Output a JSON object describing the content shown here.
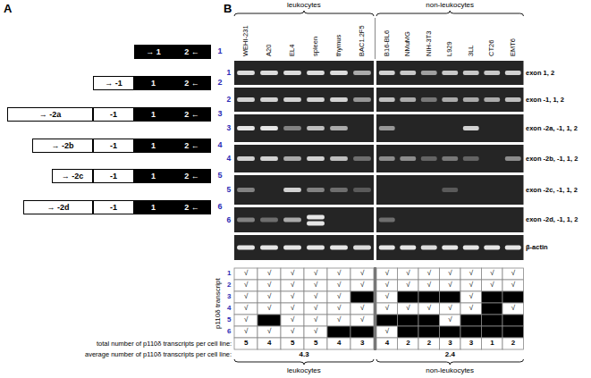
{
  "diagram": {
    "nodes": [
      {
        "text": [
          "→ 1"
        ]
      },
      {
        "text": [
          "2 ←"
        ]
      },
      {
        "text": [
          "→ -1"
        ]
      },
      {
        "text": [
          "1"
        ]
      },
      {
        "text": [
          "2 ←"
        ]
      },
      {
        "text": [
          "→ -2a"
        ]
      },
      {
        "text": [
          "-1"
        ]
      },
      {
        "text": [
          "1"
        ]
      },
      {
        "text": [
          "2 ←"
        ]
      },
      {
        "text": [
          "→ -2b"
        ]
      },
      {
        "text": [
          "-1"
        ]
      },
      {
        "text": [
          "1"
        ]
      },
      {
        "text": [
          "2 ←"
        ]
      },
      {
        "text": [
          "→ -2c"
        ]
      },
      {
        "text": [
          "-1"
        ]
      },
      {
        "text": [
          "1"
        ]
      },
      {
        "text": [
          "2 ←"
        ]
      },
      {
        "text": [
          "→ -2d"
        ]
      },
      {
        "text": [
          "-1"
        ]
      },
      {
        "text": [
          "1"
        ]
      },
      {
        "text": [
          "2 ←"
        ]
      }
    ],
    "labels": [
      "A",
      "B",
      "1",
      "2",
      "3",
      "4",
      "5",
      "6",
      "leukocytes",
      "non-leukocytes",
      "WEHI-231",
      "A20",
      "EL4",
      "spleen",
      "thymus",
      "BAC1.2F5",
      "B16-BL6",
      "NMuMG",
      "NIH-3T3",
      "L929",
      "3LL",
      "CT26",
      "EMT6",
      "1",
      "2",
      "3",
      "4",
      "5",
      "6",
      "exon 1, 2",
      "exon -1, 1, 2",
      "exon -2a, -1, 1, 2",
      "exon -2b, -1, 1, 2",
      "exon -2c, -1, 1, 2",
      "exon -2d, -1, 1, 2",
      "β-actin",
      "1",
      "2",
      "3",
      "4",
      "5",
      "6",
      "p110δ transcript",
      "√",
      "√",
      "√",
      "√",
      "√",
      "√",
      "√",
      "√",
      "√",
      "√",
      "√",
      "√",
      "√",
      "√",
      "√",
      "√",
      "√",
      "√",
      "√",
      "√",
      "√",
      "√",
      "√",
      "√",
      "√",
      "√",
      "√",
      "√",
      "√",
      "√",
      "√",
      "√",
      "√",
      "√",
      "√",
      "√",
      "√",
      "√",
      "√",
      "√",
      "√",
      "√",
      "√",
      "√",
      "√",
      "√",
      "√",
      "√",
      "√",
      "√",
      "√",
      "√",
      "√",
      "√",
      "√",
      "√",
      "total number of p110δ transcripts per cell line:",
      "5",
      "4",
      "5",
      "5",
      "4",
      "3",
      "4",
      "2",
      "2",
      "3",
      "3",
      "1",
      "2",
      "average number of p110δ transcripts per cell line:",
      "4.3",
      "2.4",
      "leukocytes",
      "non-leukocytes"
    ]
  }
}
